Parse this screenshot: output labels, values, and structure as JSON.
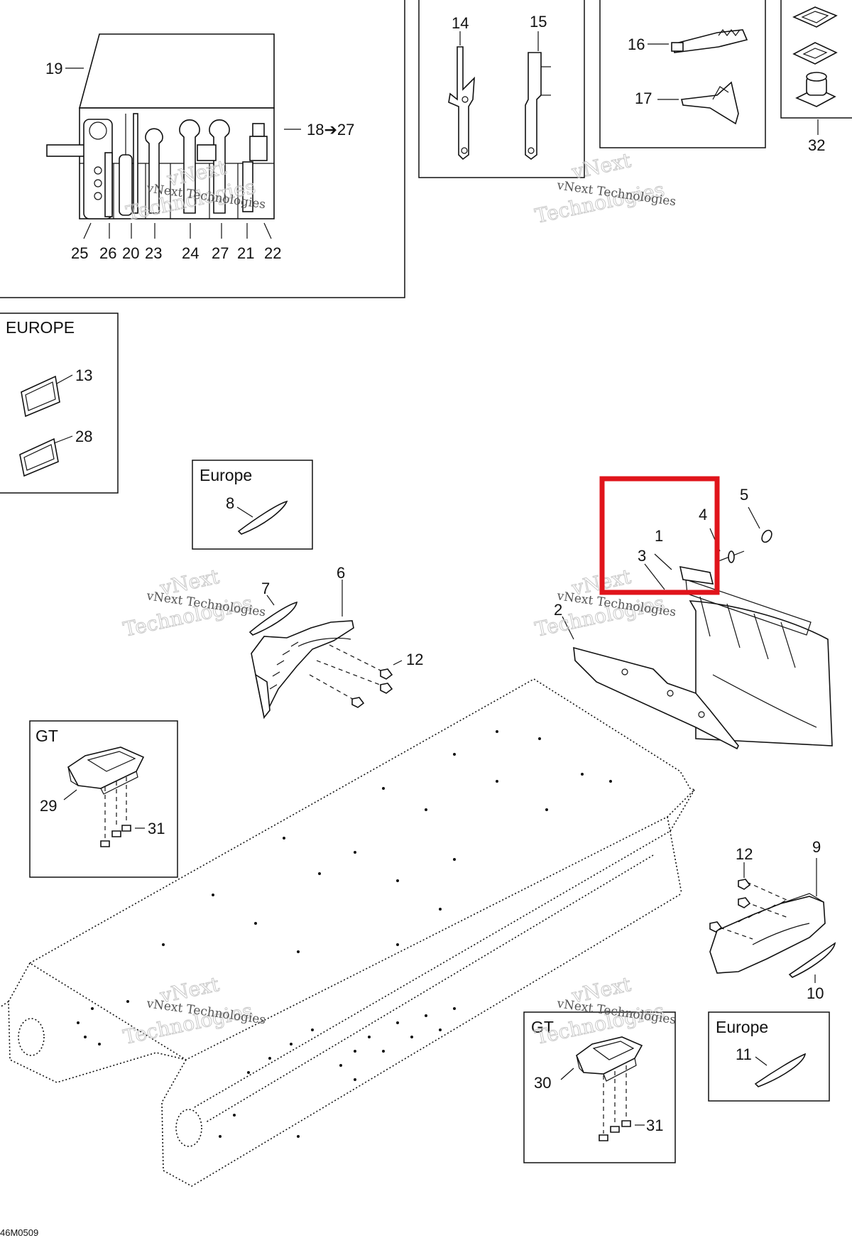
{
  "callouts": {
    "c1": "1",
    "c2": "2",
    "c3": "3",
    "c4": "4",
    "c5": "5",
    "c6": "6",
    "c7": "7",
    "c8": "8",
    "c9": "9",
    "c10": "10",
    "c11": "11",
    "c12a": "12",
    "c12b": "12",
    "c13": "13",
    "c14": "14",
    "c15": "15",
    "c16": "16",
    "c17": "17",
    "c18": "18➔27",
    "c19": "19",
    "c20": "20",
    "c21": "21",
    "c22": "22",
    "c23": "23",
    "c24": "24",
    "c25": "25",
    "c26": "26",
    "c27": "27",
    "c28": "28",
    "c29": "29",
    "c30": "30",
    "c31a": "31",
    "c31b": "31",
    "c32": "32"
  },
  "box_labels": {
    "europe_caps": "EUROPE",
    "europe_8": "Europe",
    "gt_29": "GT",
    "gt_30": "GT",
    "europe_11": "Europe"
  },
  "watermark": {
    "line1": "vNext",
    "line2": "Technologies",
    "small": "vNext Technologies"
  },
  "drawing_code": "46M0509",
  "colors": {
    "highlight": "#e0141b",
    "ink": "#111111"
  }
}
